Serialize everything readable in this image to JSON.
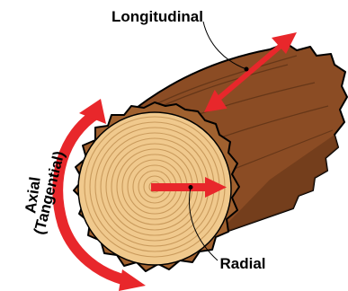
{
  "labels": {
    "longitudinal": "Longitudinal",
    "radial": "Radial",
    "axial": "Axial",
    "tangential": "(Tangential)"
  },
  "colors": {
    "bark": "#8b4c24",
    "bark_dark": "#5e3216",
    "bark_edge": "#000000",
    "wood_face": "#f0c98d",
    "ring": "#c99a5c",
    "arrow": "#e8272b"
  }
}
